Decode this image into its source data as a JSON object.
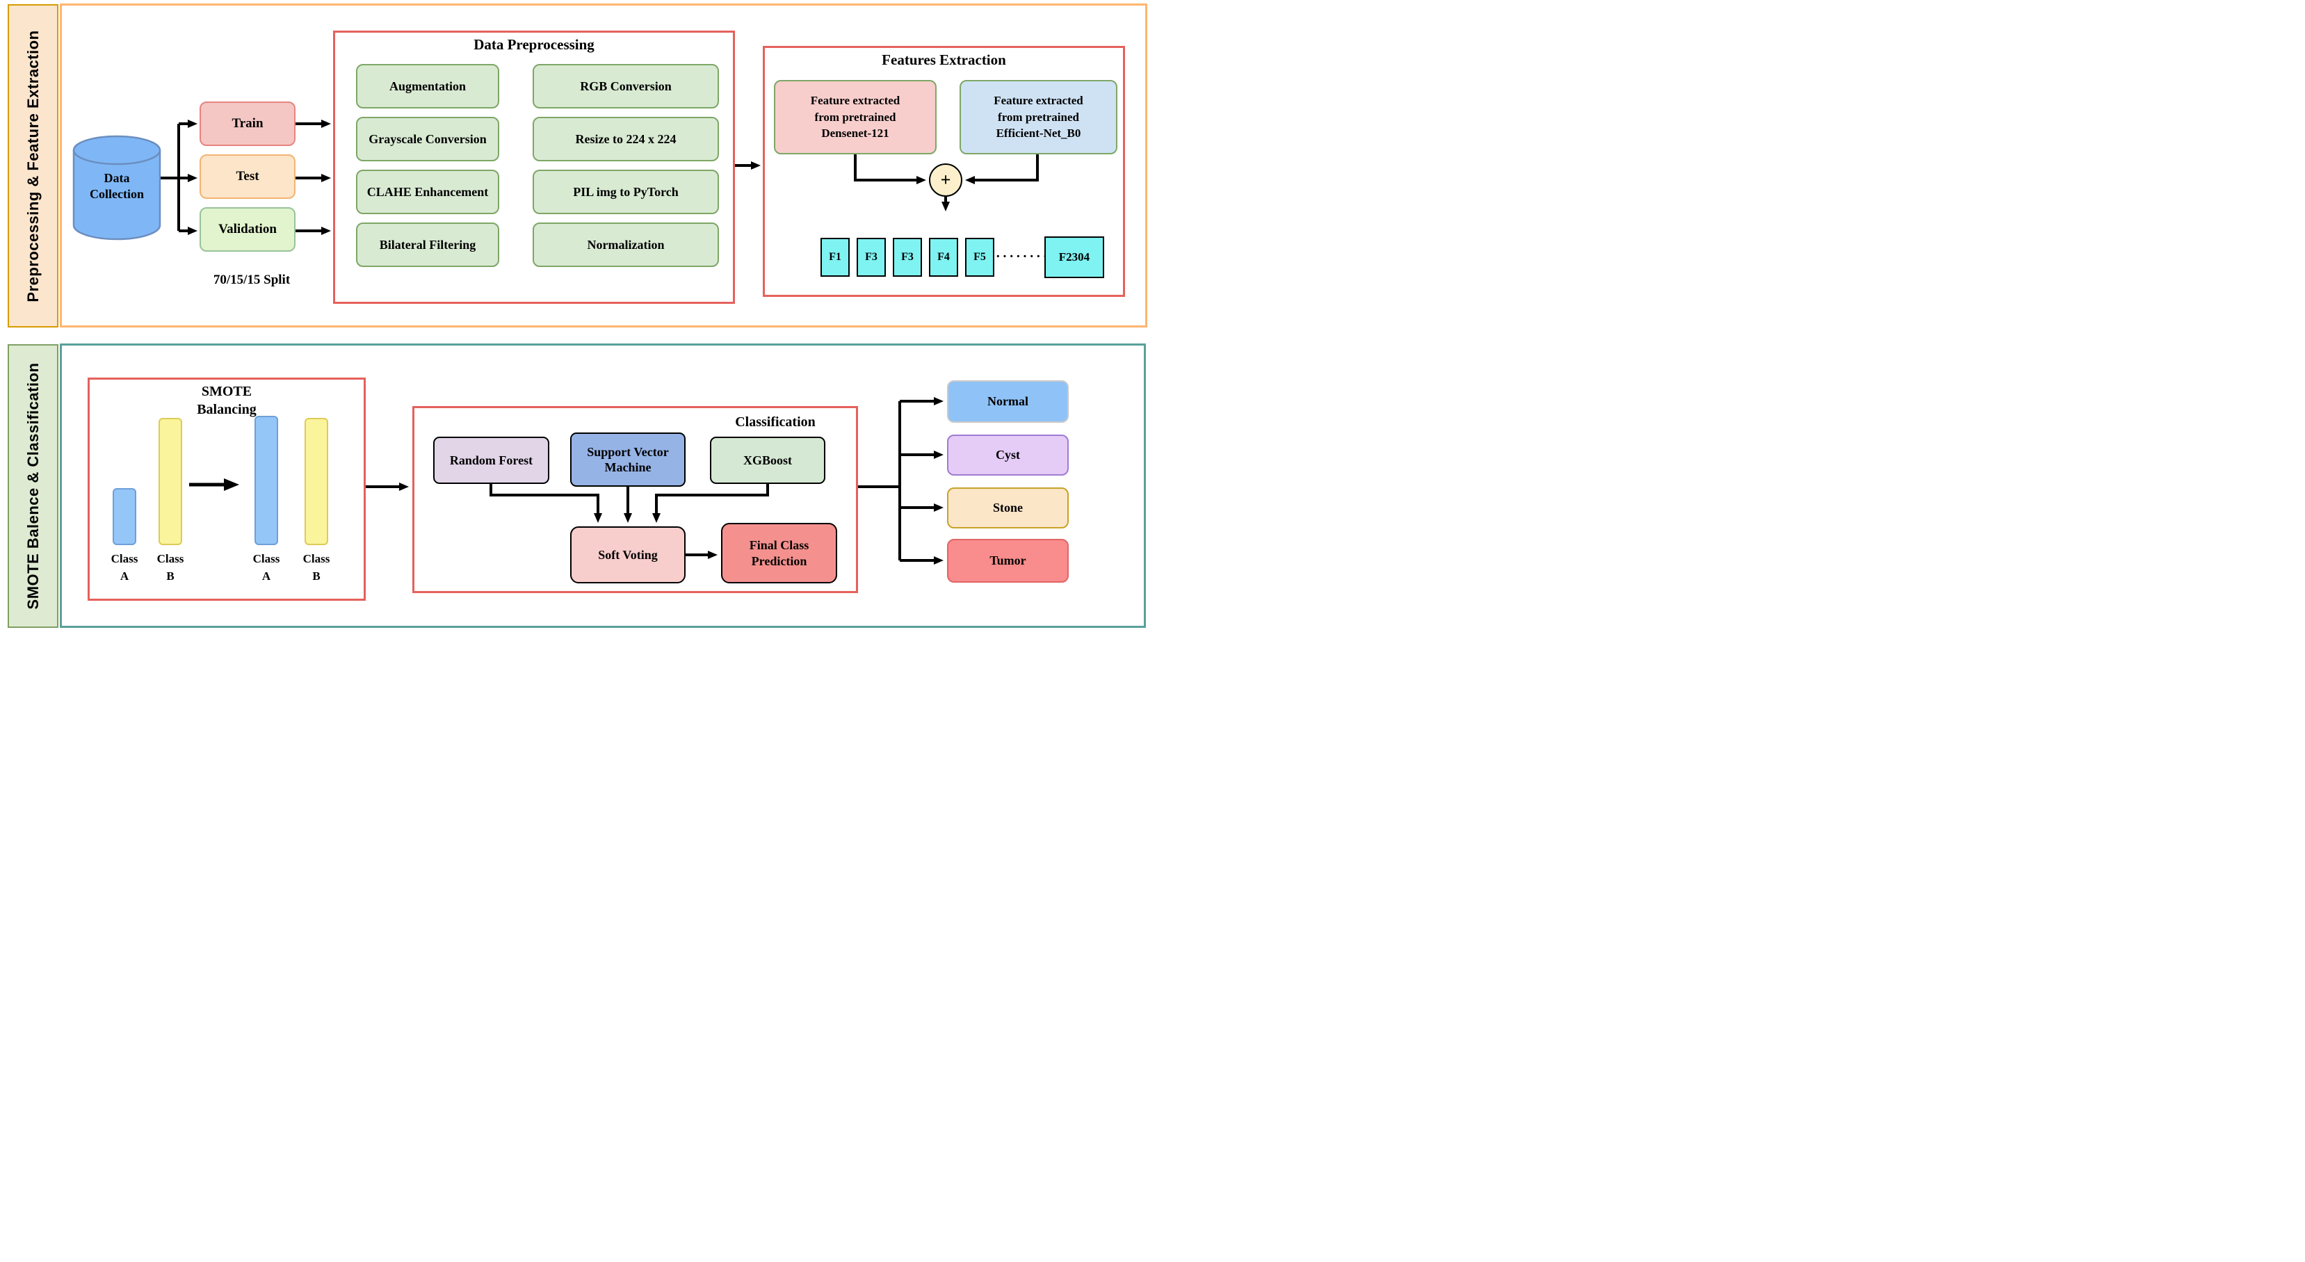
{
  "top": {
    "side_label": "Preprocessing & Feature Extraction",
    "data_collection": {
      "lines": [
        "Data",
        "Collection"
      ]
    },
    "splits": [
      {
        "label": "Train",
        "fill": "#F4C7C4",
        "border": "#E8837E"
      },
      {
        "label": "Test",
        "fill": "#FCE5C9",
        "border": "#F3B470"
      },
      {
        "label": "Validation",
        "fill": "#E2F4CD",
        "border": "#98C39A"
      }
    ],
    "split_note": "70/15/15  Split",
    "preprocessing": {
      "title": "Data Preprocessing",
      "steps_left": [
        "Augmentation",
        "Grayscale Conversion",
        "CLAHE Enhancement",
        "Bilateral Filtering"
      ],
      "steps_right": [
        "RGB Conversion",
        "Resize to 224 x 224",
        "PIL img to PyTorch",
        "Normalization"
      ]
    },
    "features": {
      "title": "Features Extraction",
      "densenet": {
        "lines": [
          "Feature extracted",
          "from pretrained",
          "Densenet-121"
        ]
      },
      "efficientnet": {
        "lines": [
          "Feature extracted",
          "from pretrained",
          "Efficient-Net_B0"
        ]
      },
      "plus_symbol": "+",
      "vector": {
        "cells": [
          "F1",
          "F3",
          "F3",
          "F4",
          "F5"
        ],
        "ellipsis": "·········",
        "last_cell": "F2304"
      }
    }
  },
  "bottom": {
    "side_label": "SMOTE Balence & Classification",
    "smote": {
      "title_lines": [
        "SMOTE",
        "Balancing"
      ],
      "class_labels": [
        {
          "line1": "Class",
          "line2": "A"
        },
        {
          "line1": "Class",
          "line2": "B"
        },
        {
          "line1": "Class",
          "line2": "A"
        },
        {
          "line1": "Class",
          "line2": "B"
        }
      ],
      "bars_before_relative_heights": [
        0.45,
        1.0
      ],
      "bars_after_relative_heights": [
        1.0,
        1.0
      ]
    },
    "classification": {
      "title": "Classification",
      "random_forest": "Random Forest",
      "svm": "Support Vector Machine",
      "xgboost": "XGBoost",
      "soft_voting": "Soft Voting",
      "final_prediction": "Final Class Prediction"
    },
    "outputs": [
      {
        "label": "Normal",
        "fill": "#8FC3F7",
        "border": "#C9C9C9"
      },
      {
        "label": "Cyst",
        "fill": "#E5CCF7",
        "border": "#9F7BD4"
      },
      {
        "label": "Stone",
        "fill": "#FBE6C8",
        "border": "#C9A227"
      },
      {
        "label": "Tumor",
        "fill": "#F98C8C",
        "border": "#E06666"
      }
    ]
  },
  "colors": {
    "top_section_border": "#FFB570",
    "top_label_fill": "#FCE5CD",
    "top_label_border": "#D79B00",
    "bottom_section_border": "#59A09A",
    "bottom_label_fill": "#DEEBD2",
    "bottom_label_border": "#7F9F62",
    "group_box_border": "#E5615C",
    "step_fill": "#D9EAD3",
    "step_border": "#7DA766",
    "cylinder_fill": "#7FB7F6",
    "cylinder_border": "#6C8EBF",
    "plus_circle_fill": "#FBF0CB",
    "vector_cell_fill": "#7FF2F2",
    "bar_blue": "#94C6F8",
    "bar_yellow": "#FAF49D",
    "random_forest_fill": "#E1D5E7",
    "svm_fill": "#96B3E6",
    "xgboost_fill": "#D5E8D4",
    "soft_voting_fill": "#F8CECC",
    "final_prediction_fill": "#F4918E",
    "arrow": "#000000"
  }
}
